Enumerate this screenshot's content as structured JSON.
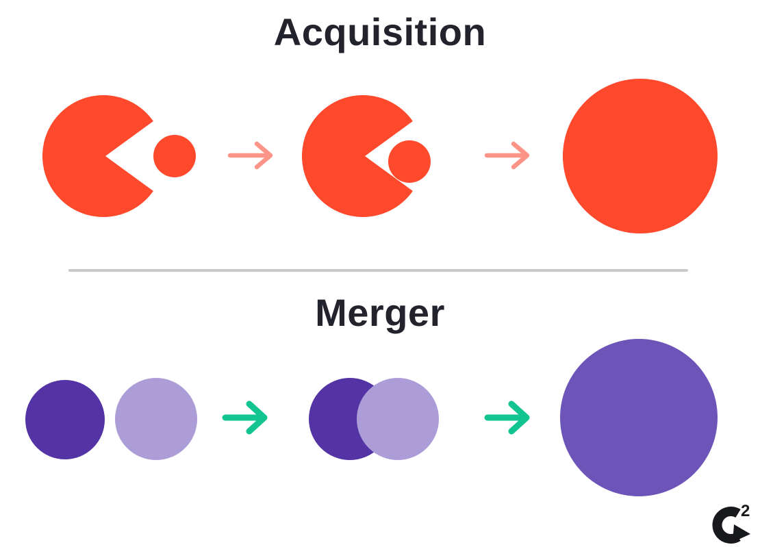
{
  "sections": {
    "acquisition": {
      "title": "Acquisition"
    },
    "merger": {
      "title": "Merger"
    }
  },
  "logo": {
    "name": "G2",
    "superscript": "2"
  },
  "colors": {
    "title_text": "#23232E",
    "orange": "#FF492C",
    "salmon_arrow": "#FC9588",
    "purple_dark": "#5433A4",
    "purple_light": "#AC9CD8",
    "purple_merged": "#6D54B8",
    "teal_arrow": "#12C48F",
    "divider": "#C9C9C9",
    "logo_black": "#18191D"
  }
}
